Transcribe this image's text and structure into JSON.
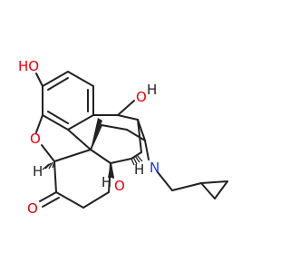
{
  "molecule": {
    "atom_labels": {
      "hydroxyl_top_left_o": "O",
      "hydroxyl_top_left_h": "HO",
      "hydroxyl_right_o": "O",
      "hydroxyl_right_h": "H",
      "ether_o": "O",
      "ketone_o": "O",
      "bridgehead_oh_o": "O",
      "bridgehead_oh_h": "H",
      "amine_n": "N",
      "stereo_h_left": "H",
      "stereo_h_right": "H"
    },
    "colors": {
      "bond": "#222222",
      "oxygen": "#e8000b",
      "nitrogen": "#1d37e6",
      "hydrogen": "#222222"
    }
  }
}
